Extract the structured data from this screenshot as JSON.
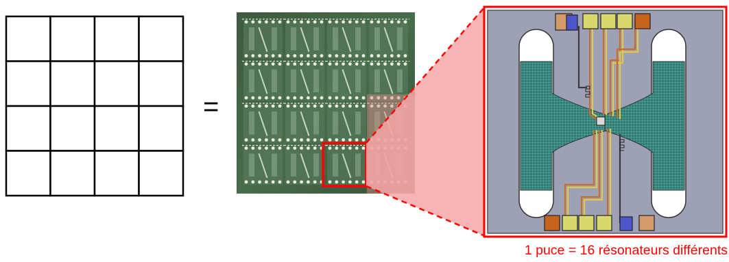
{
  "equals": "=",
  "caption": "1 puce = 16 résonateurs différents",
  "grid": {
    "rows": 4,
    "cols": 4
  },
  "colors": {
    "highlight": "#ff0000",
    "zoom_fill": "#f4a7a7",
    "chip_bg": "#9ea0b6",
    "membrane": "#2f7f77",
    "pad_yellow": "#d8d86c",
    "pad_orange": "#c8631e",
    "pad_tan": "#d39a6a",
    "pad_blue": "#4c55c9",
    "wire_orange": "#c86d28",
    "wire_yellow": "#e0c84a"
  }
}
